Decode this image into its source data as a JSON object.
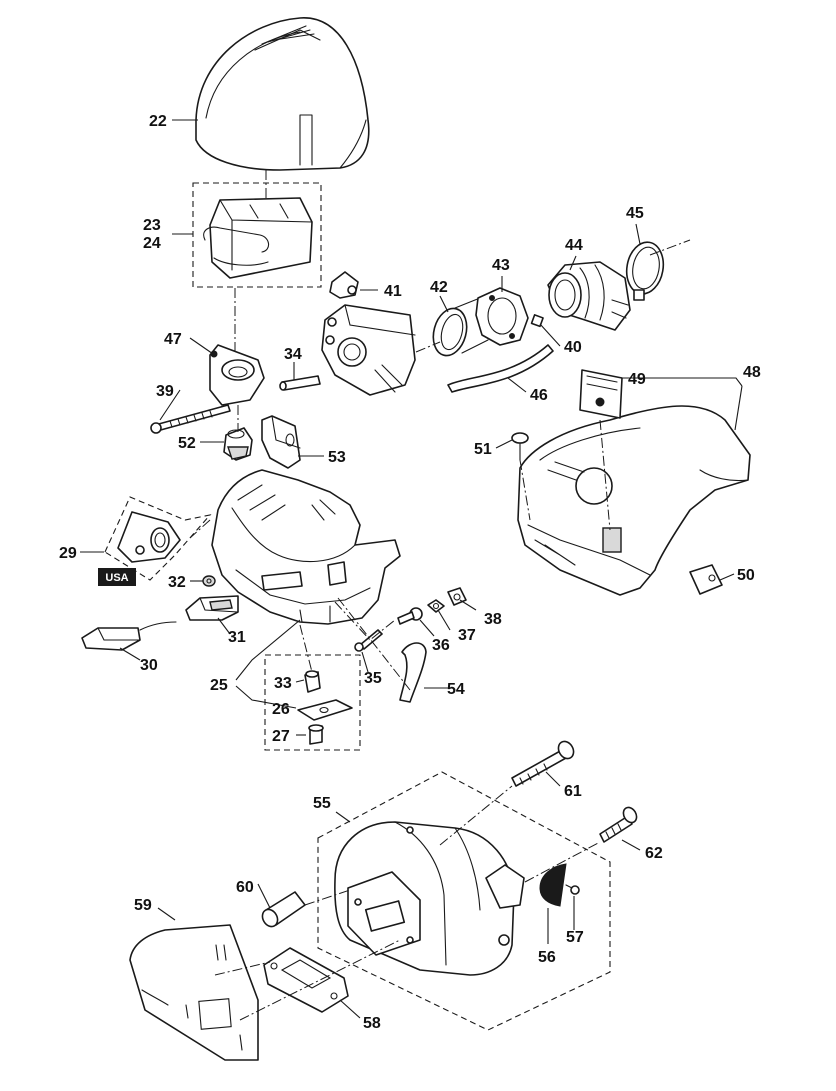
{
  "diagram": {
    "callouts": [
      {
        "id": "22",
        "label": "22"
      },
      {
        "id": "23",
        "label": "23"
      },
      {
        "id": "24",
        "label": "24"
      },
      {
        "id": "25",
        "label": "25"
      },
      {
        "id": "26",
        "label": "26"
      },
      {
        "id": "27",
        "label": "27"
      },
      {
        "id": "29",
        "label": "29"
      },
      {
        "id": "30",
        "label": "30"
      },
      {
        "id": "31",
        "label": "31"
      },
      {
        "id": "32",
        "label": "32"
      },
      {
        "id": "33",
        "label": "33"
      },
      {
        "id": "34",
        "label": "34"
      },
      {
        "id": "35",
        "label": "35"
      },
      {
        "id": "36",
        "label": "36"
      },
      {
        "id": "37",
        "label": "37"
      },
      {
        "id": "38",
        "label": "38"
      },
      {
        "id": "39",
        "label": "39"
      },
      {
        "id": "40",
        "label": "40"
      },
      {
        "id": "41",
        "label": "41"
      },
      {
        "id": "42",
        "label": "42"
      },
      {
        "id": "43",
        "label": "43"
      },
      {
        "id": "44",
        "label": "44"
      },
      {
        "id": "45",
        "label": "45"
      },
      {
        "id": "46",
        "label": "46"
      },
      {
        "id": "47",
        "label": "47"
      },
      {
        "id": "48",
        "label": "48"
      },
      {
        "id": "49",
        "label": "49"
      },
      {
        "id": "50",
        "label": "50"
      },
      {
        "id": "51",
        "label": "51"
      },
      {
        "id": "52",
        "label": "52"
      },
      {
        "id": "53",
        "label": "53"
      },
      {
        "id": "54",
        "label": "54"
      },
      {
        "id": "55",
        "label": "55"
      },
      {
        "id": "56",
        "label": "56"
      },
      {
        "id": "57",
        "label": "57"
      },
      {
        "id": "58",
        "label": "58"
      },
      {
        "id": "59",
        "label": "59"
      },
      {
        "id": "60",
        "label": "60"
      },
      {
        "id": "61",
        "label": "61"
      },
      {
        "id": "62",
        "label": "62"
      }
    ],
    "region_badge": "USA"
  }
}
